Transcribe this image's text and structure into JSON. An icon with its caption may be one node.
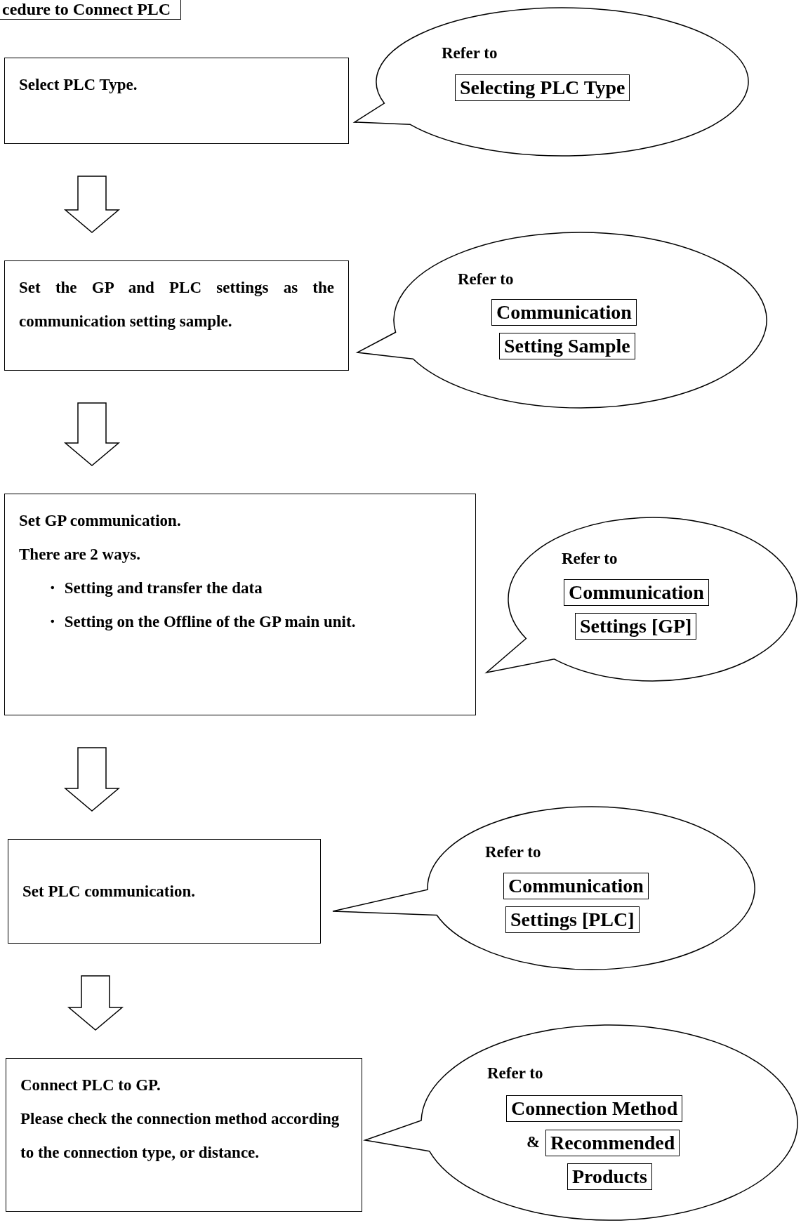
{
  "diagram": {
    "title": "cedure to Connect PLC",
    "nodes": [
      {
        "text": [
          "Select PLC Type."
        ]
      },
      {
        "text": [
          "Refer to",
          "Selecting PLC Type"
        ]
      },
      {
        "text": [
          "Set the GP and PLC settings as the communication setting sample."
        ]
      },
      {
        "text": [
          "Refer to",
          "Communication",
          "Setting Sample"
        ]
      },
      {
        "text": [
          "Set GP communication.",
          "There are 2 ways.",
          "・ Setting and transfer the data",
          "・ Setting on the Offline of the GP main unit."
        ]
      },
      {
        "text": [
          "Refer to",
          "Communication",
          "Settings [GP]"
        ]
      },
      {
        "text": [
          "Set PLC communication."
        ]
      },
      {
        "text": [
          "Refer to",
          "Communication",
          "Settings [PLC]"
        ]
      },
      {
        "text": [
          "Connect PLC to GP.",
          "Please check the connection method according to the connection type, or distance."
        ]
      },
      {
        "text": [
          "Refer to",
          "Connection Method",
          "&",
          "Recommended",
          "Products"
        ]
      }
    ],
    "edges": [
      {
        "from": 0,
        "to": 2,
        "arrow": "to"
      },
      {
        "from": 2,
        "to": 4,
        "arrow": "to"
      },
      {
        "from": 4,
        "to": 6,
        "arrow": "to"
      },
      {
        "from": 6,
        "to": 8,
        "arrow": "to"
      }
    ]
  }
}
